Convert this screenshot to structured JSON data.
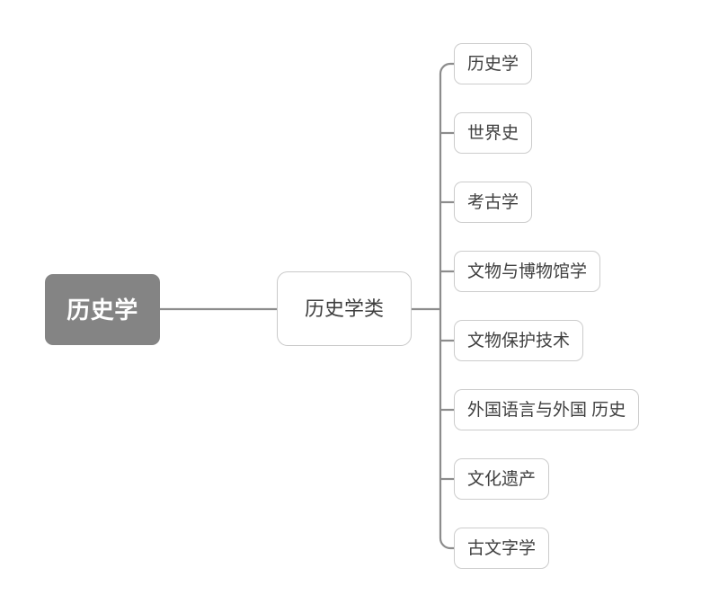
{
  "diagram": {
    "type": "mind-map",
    "title": "历史学",
    "orientation": "left-to-right",
    "colors": {
      "root_fill": "#848484",
      "root_text": "#ffffff",
      "node_fill": "#ffffff",
      "node_border": "#cccccc",
      "node_text": "#3f3f3f",
      "connector": "#8c8c8c"
    }
  },
  "root": {
    "label": "历史学"
  },
  "branch": {
    "label": "历史学类"
  },
  "leaves": [
    {
      "label": "历史学"
    },
    {
      "label": "世界史"
    },
    {
      "label": "考古学"
    },
    {
      "label": "文物与博物馆学"
    },
    {
      "label": "文物保护技术"
    },
    {
      "label": "外国语言与外国 历史"
    },
    {
      "label": "文化遗产"
    },
    {
      "label": "古文字学"
    }
  ]
}
